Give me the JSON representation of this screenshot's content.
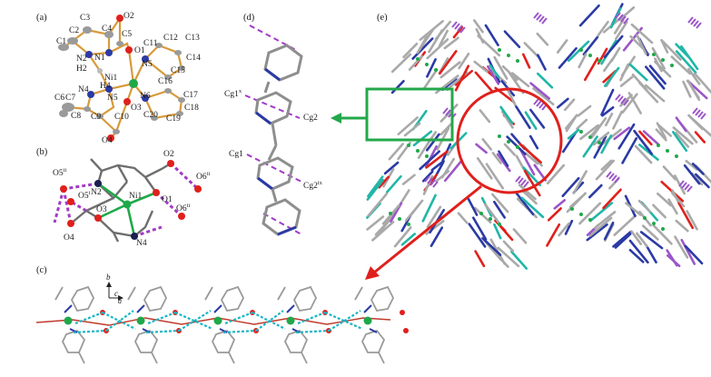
{
  "figure": {
    "panels": {
      "a": {
        "label": "(a)",
        "atoms": [
          "C3",
          "O2",
          "C2",
          "C4",
          "C5",
          "C1",
          "O1",
          "C11",
          "C12",
          "C13",
          "N1",
          "N2",
          "H2",
          "Ni1",
          "N5",
          "C14",
          "C15",
          "C16",
          "N4",
          "H4",
          "C6",
          "C7",
          "N5",
          "N6",
          "C17",
          "C18",
          "C8",
          "O3",
          "C20",
          "C9",
          "C10",
          "C19",
          "O4"
        ]
      },
      "b": {
        "label": "(b)",
        "atoms": {
          "o2": "O2",
          "o6ii": "O6",
          "o6ii_sup": "ii",
          "o5ii": "O5",
          "o5ii_sup": "ii",
          "n2": "N2",
          "ni1": "Ni1",
          "o1": "O1",
          "o5i": "O5",
          "o5i_sup": "i",
          "o3": "O3",
          "o6i": "O6",
          "o6i_sup": "ii",
          "o4": "O4",
          "n4": "N4"
        }
      },
      "c": {
        "label": "(c)",
        "axes": {
          "b": "b",
          "c": "c",
          "a": "a"
        }
      },
      "d": {
        "label": "(d)",
        "centroids": {
          "cg1x": "Cg1",
          "cg1x_sup": "x",
          "cg2": "Cg2",
          "cg1": "Cg1",
          "cg2ix": "Cg2",
          "cg2ix_sup": "ix"
        }
      },
      "e": {
        "label": "(e)"
      }
    },
    "colors": {
      "nickel": "#1fa84a",
      "oxygen": "#e0201c",
      "nitrogen": "#2b3aa5",
      "carbon": "#9a9a9a",
      "bond": "#d79a3a",
      "hbond_b": "#a23bc6",
      "hbond_c": "#19b6c6",
      "highlight_box": "#23a84a",
      "highlight_circle": "#e0201c"
    }
  }
}
